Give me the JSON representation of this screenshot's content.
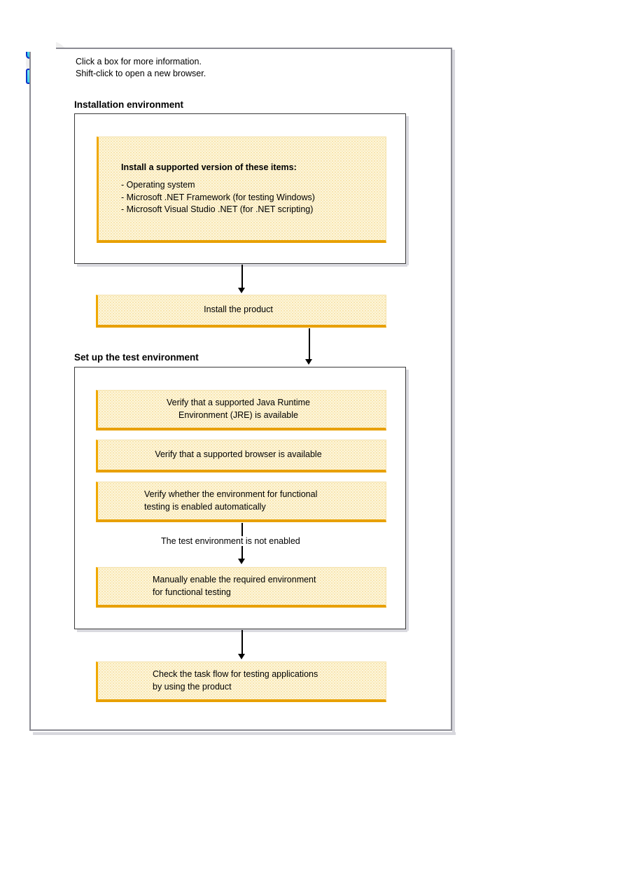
{
  "header": {
    "icon_name": "flowchart-click-icon",
    "note_line1": "Click a box for more information.",
    "note_line2": "Shift-click to open a new browser."
  },
  "groups": [
    {
      "id": "installation",
      "heading": "Installation environment"
    },
    {
      "id": "setup",
      "heading": "Set up the test environment"
    }
  ],
  "boxes": {
    "prereq": {
      "title": "Install a supported version of these items:",
      "items": [
        "- Operating system",
        "- Microsoft .NET Framework (for testing Windows)",
        "- Microsoft Visual Studio .NET (for .NET scripting)"
      ]
    },
    "install_product": {
      "label": "Install the product"
    },
    "verify_jre": {
      "line1": "Verify that a supported Java Runtime",
      "line2": "Environment (JRE) is available"
    },
    "verify_browser": {
      "label": "Verify that a supported browser is available"
    },
    "verify_auto": {
      "line1": "Verify whether the environment for functional",
      "line2": "testing is enabled automatically"
    },
    "manual_enable": {
      "line1": "Manually enable the required environment",
      "line2": "for functional testing"
    },
    "task_flow": {
      "line1": "Check the task flow for testing applications",
      "line2": "by using the product"
    }
  },
  "connectors": {
    "condition_label": "The test environment is not enabled"
  },
  "colors": {
    "box_fill": "#fdf6dc",
    "box_accent": "#e8a000",
    "frame_border": "#3a3a3a",
    "outer_border": "#8b8b93",
    "connector": "#000000"
  }
}
